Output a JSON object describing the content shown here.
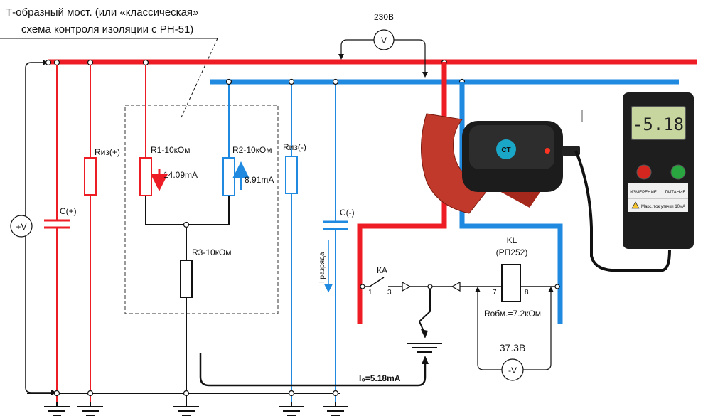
{
  "title": {
    "line1": "Т-образный мост. (или «классическая»",
    "line2": "схема контроля изоляции с РН-51)"
  },
  "voltmeter_top": {
    "value": "230В",
    "symbol": "V"
  },
  "supply": {
    "label": "+V"
  },
  "capacitor_pos": "С(+)",
  "capacitor_neg": "С(-)",
  "r_iso_pos": "Rиз(+)",
  "r_iso_neg": "Rиз(-)",
  "r1": {
    "label": "R1-10кОм",
    "current": "14.09mA"
  },
  "r2": {
    "label": "R2-10кОм",
    "current": "8.91mA"
  },
  "r3": {
    "label": "R3-10кОм"
  },
  "discharge_label": "I разряда",
  "ka": {
    "label": "КА",
    "pin1": "1",
    "pin3": "3"
  },
  "kl": {
    "label": "KL",
    "model": "(РП252)",
    "pin7": "7",
    "pin8": "8",
    "resistance": "Rобм.=7.2кОм"
  },
  "voltmeter_bottom": {
    "value": "37.3В",
    "symbol": "-V"
  },
  "leak_current": "I₀=5.18mA",
  "meter": {
    "display": "-5.18",
    "btn_measure": "ИЗМЕРЕНИЕ",
    "btn_power": "ПИТАНИЕ",
    "warning": "Макс. ток утечки 10мА"
  },
  "clamp": {
    "label": "CT"
  },
  "colors": {
    "positive_bus": "#ee1c25",
    "negative_bus": "#1f8ae0",
    "wire": "#111111"
  }
}
